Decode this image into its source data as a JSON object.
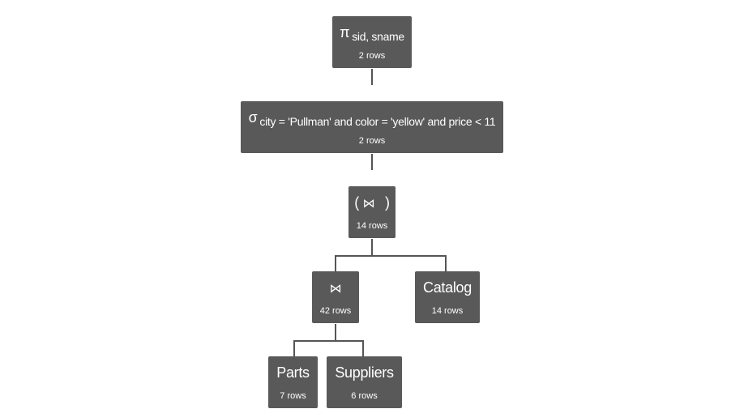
{
  "tree": {
    "project": {
      "symbol": "π",
      "subscript": "sid, sname",
      "rows": "2 rows"
    },
    "select": {
      "symbol": "σ",
      "subscript": "city = 'Pullman' and color = 'yellow' and price < 11",
      "rows": "2 rows"
    },
    "outer_join": {
      "open_paren": "(",
      "symbol": "⋈",
      "close_paren": ")",
      "rows": "14 rows"
    },
    "inner_join": {
      "symbol": "⋈",
      "rows": "42 rows"
    },
    "catalog": {
      "label": "Catalog",
      "rows": "14 rows"
    },
    "parts": {
      "label": "Parts",
      "rows": "7 rows"
    },
    "suppliers": {
      "label": "Suppliers",
      "rows": "6 rows"
    }
  },
  "colors": {
    "node_fill": "#595959",
    "node_text": "#ffffff",
    "edge": "#555555"
  }
}
